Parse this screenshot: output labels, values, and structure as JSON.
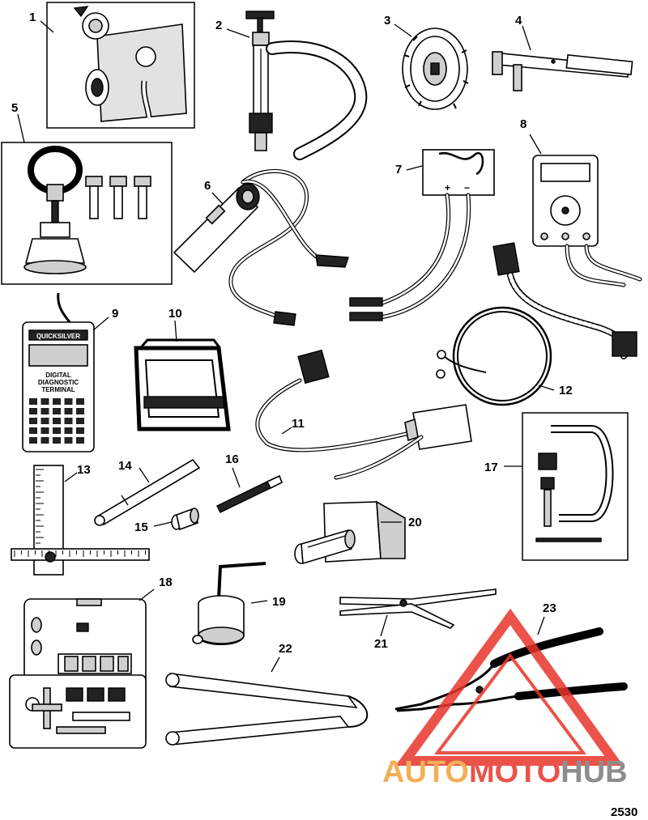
{
  "callouts": {
    "c1": "1",
    "c2": "2",
    "c3": "3",
    "c4": "4",
    "c5": "5",
    "c6": "6",
    "c7": "7",
    "c8": "8",
    "c9": "9",
    "c10": "10",
    "c11": "11",
    "c12": "12",
    "c13": "13",
    "c14": "14",
    "c15": "15",
    "c16": "16",
    "c17": "17",
    "c18": "18",
    "c19": "19",
    "c20": "20",
    "c21": "21",
    "c22": "22",
    "c23": "23"
  },
  "terminal": {
    "brand": "QUICKSILVER",
    "line1": "DIGITAL",
    "line2": "DIAGNOSTIC",
    "line3": "TERMINAL"
  },
  "meter": {
    "plus": "+",
    "minus": "−"
  },
  "figure_number": "2530",
  "watermark": {
    "part1": "AUTO",
    "part2": "MOTO",
    "part3": "HUB",
    "color_orange": "#f2a23a",
    "color_red": "#e8352a",
    "color_gray": "#7a7a7a"
  }
}
